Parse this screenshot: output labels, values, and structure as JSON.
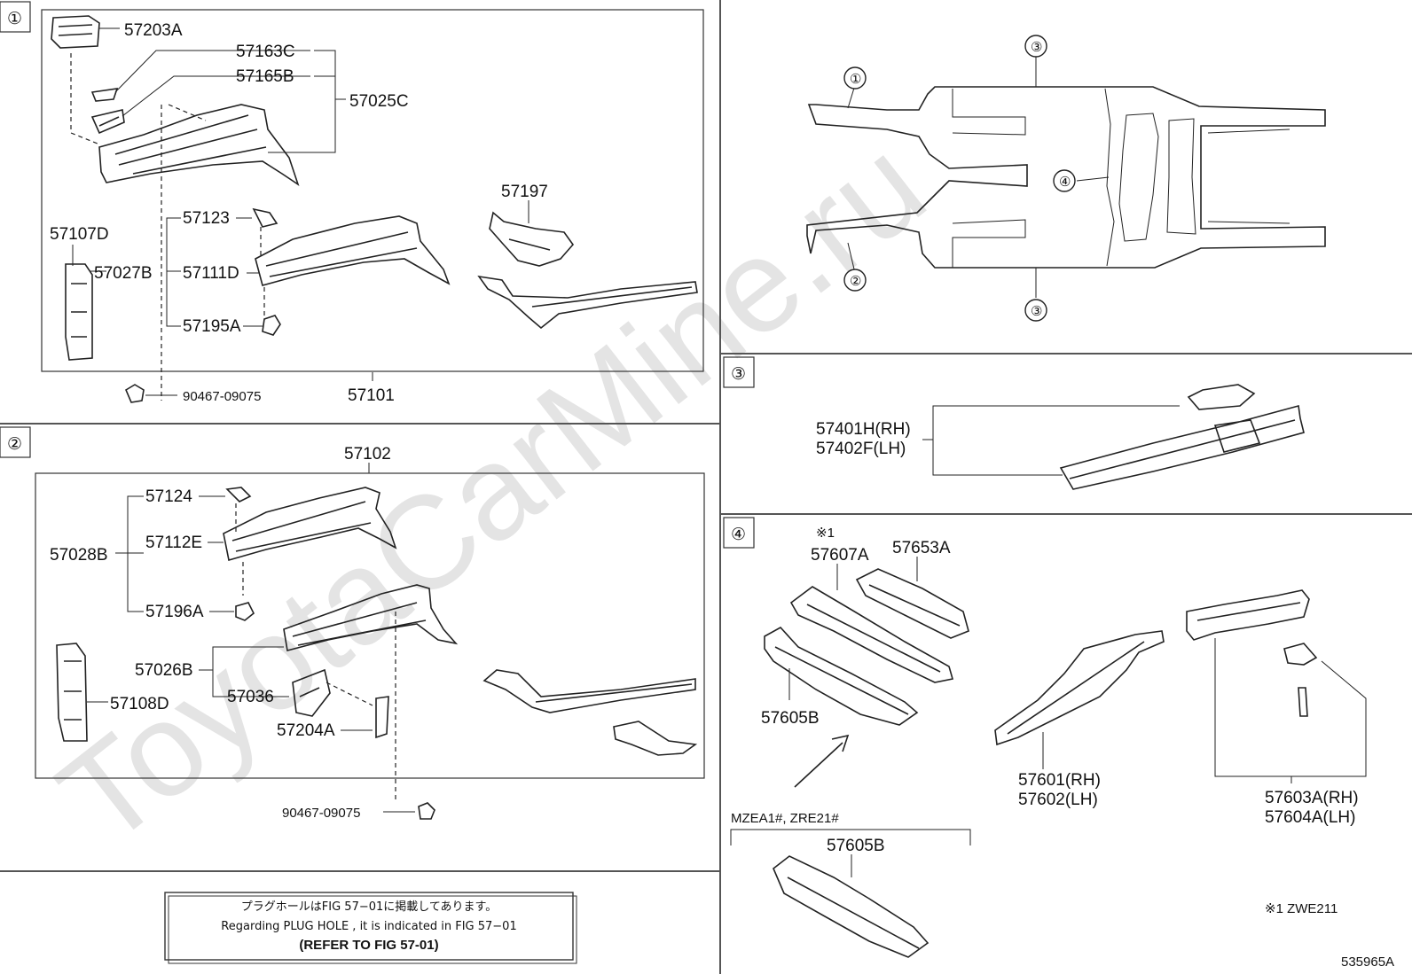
{
  "watermark": "ToyotaCarMine.ru",
  "section_markers": {
    "s1": "①",
    "s2": "②",
    "s3": "③",
    "s4": "④"
  },
  "overview": {
    "c1": "①",
    "c2": "②",
    "c3a": "③",
    "c3b": "③",
    "c4": "④"
  },
  "section1": {
    "p57203A": "57203A",
    "p57163C": "57163C",
    "p57165B": "57165B",
    "p57025C": "57025C",
    "p57197": "57197",
    "p57107D": "57107D",
    "p57123": "57123",
    "p57027B": "57027B",
    "p57111D": "57111D",
    "p57195A": "57195A",
    "p90467": "90467-09075",
    "p57101": "57101"
  },
  "section2": {
    "p57102": "57102",
    "p57124": "57124",
    "p57028B": "57028B",
    "p57112E": "57112E",
    "p57196A": "57196A",
    "p57026B": "57026B",
    "p57036": "57036",
    "p57204A": "57204A",
    "p57108D": "57108D",
    "p90467": "90467-09075"
  },
  "section3": {
    "p57401H": "57401H(RH)",
    "p57402F": "57402F(LH)"
  },
  "section4": {
    "note_mark": "※1",
    "p57607A": "57607A",
    "p57653A": "57653A",
    "p57605B": "57605B",
    "p57601": "57601(RH)",
    "p57602": "57602(LH)",
    "p57603A": "57603A(RH)",
    "p57604A": "57604A(LH)",
    "variant_label": "MZEA1#, ZRE21#",
    "p57605B_alt": "57605B",
    "footnote": "※1 ZWE211"
  },
  "info_box": {
    "line_jp": "プラグホールはFIG 57−01に掲載してあります。",
    "line_en": "Regarding PLUG HOLE , it is indicated in FIG 57−01",
    "line_ref": "(REFER TO FIG 57-01)"
  },
  "figure_id": "535965A"
}
